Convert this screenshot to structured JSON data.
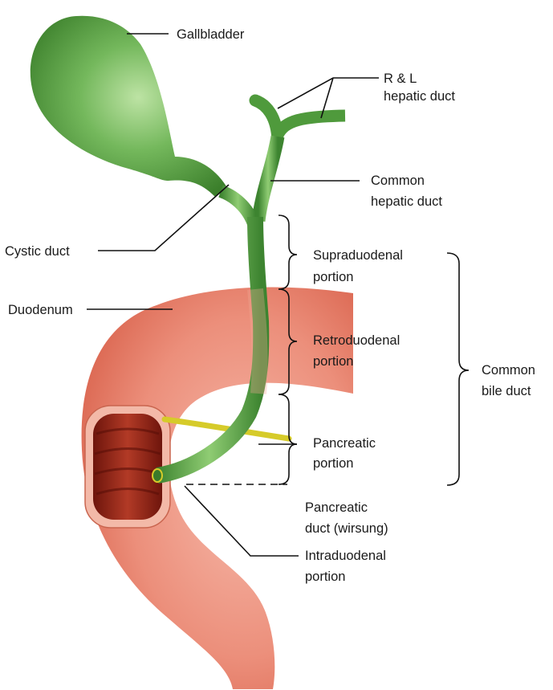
{
  "labels": {
    "gallbladder": "Gallbladder",
    "rl_hepatic_1": "R & L",
    "rl_hepatic_2": "hepatic duct",
    "common_hepatic_1": "Common",
    "common_hepatic_2": "hepatic duct",
    "cystic_duct": "Cystic duct",
    "duodenum": "Duodenum",
    "supraduodenal_1": "Supraduodenal",
    "supraduodenal_2": "portion",
    "retroduodenal_1": "Retroduodenal",
    "retroduodenal_2": "portion",
    "pancreatic_portion_1": "Pancreatic",
    "pancreatic_portion_2": "portion",
    "common_bile_1": "Common",
    "common_bile_2": "bile duct",
    "pancreatic_duct_1": "Pancreatic",
    "pancreatic_duct_2": "duct (wirsung)",
    "intraduodenal_1": "Intraduodenal",
    "intraduodenal_2": "portion"
  },
  "colors": {
    "duct_green": "#4f9a3c",
    "duodenum_red": "#e98a78",
    "lumen_dark": "#8c1f14",
    "pancreatic_duct_yellow": "#d6cb2a"
  }
}
